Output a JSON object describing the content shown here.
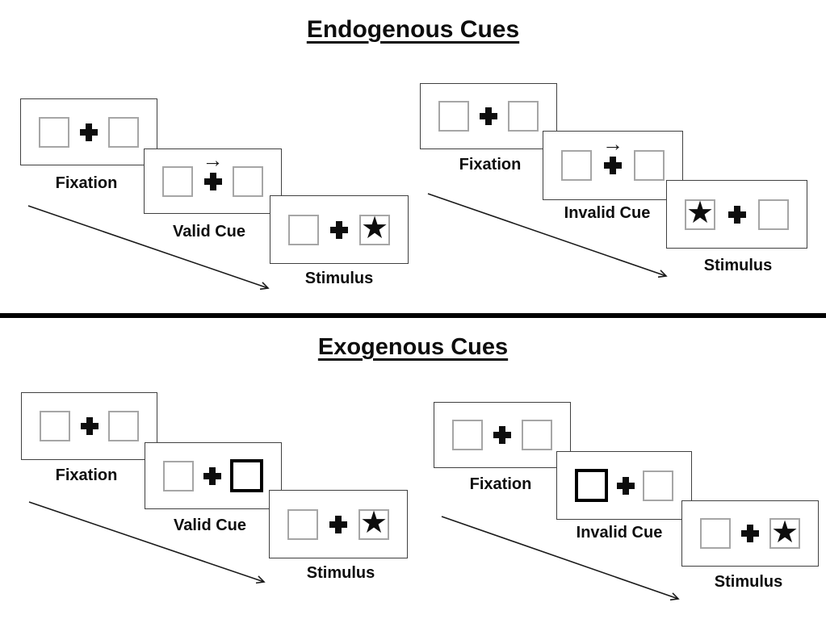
{
  "page": {
    "background": "#ffffff"
  },
  "glyphs": {
    "star": "★",
    "cue_arrow": "→"
  },
  "colors": {
    "ink": "#0d0d0d",
    "panel_border": "#404040",
    "placeholder_box_border": "#a6a6a6",
    "thick_cue_box_border": "#000000",
    "divider": "#000000"
  },
  "sections": [
    {
      "name": "endogenous",
      "title": "Endogenous Cues",
      "trials": [
        {
          "name": "valid",
          "fixation_label": "Fixation",
          "cue_label": "Valid Cue",
          "stimulus_label": "Stimulus",
          "cue_type": "central-arrow-pointing-right",
          "stimulus_star_side": "right"
        },
        {
          "name": "invalid",
          "fixation_label": "Fixation",
          "cue_label": "Invalid Cue",
          "stimulus_label": "Stimulus",
          "cue_type": "central-arrow-pointing-right",
          "stimulus_star_side": "left"
        }
      ]
    },
    {
      "name": "exogenous",
      "title": "Exogenous Cues",
      "trials": [
        {
          "name": "valid",
          "fixation_label": "Fixation",
          "cue_label": "Valid Cue",
          "stimulus_label": "Stimulus",
          "cue_type": "thick-box-right",
          "stimulus_star_side": "right"
        },
        {
          "name": "invalid",
          "fixation_label": "Fixation",
          "cue_label": "Invalid Cue",
          "stimulus_label": "Stimulus",
          "cue_type": "thick-box-left",
          "stimulus_star_side": "right"
        }
      ]
    }
  ]
}
